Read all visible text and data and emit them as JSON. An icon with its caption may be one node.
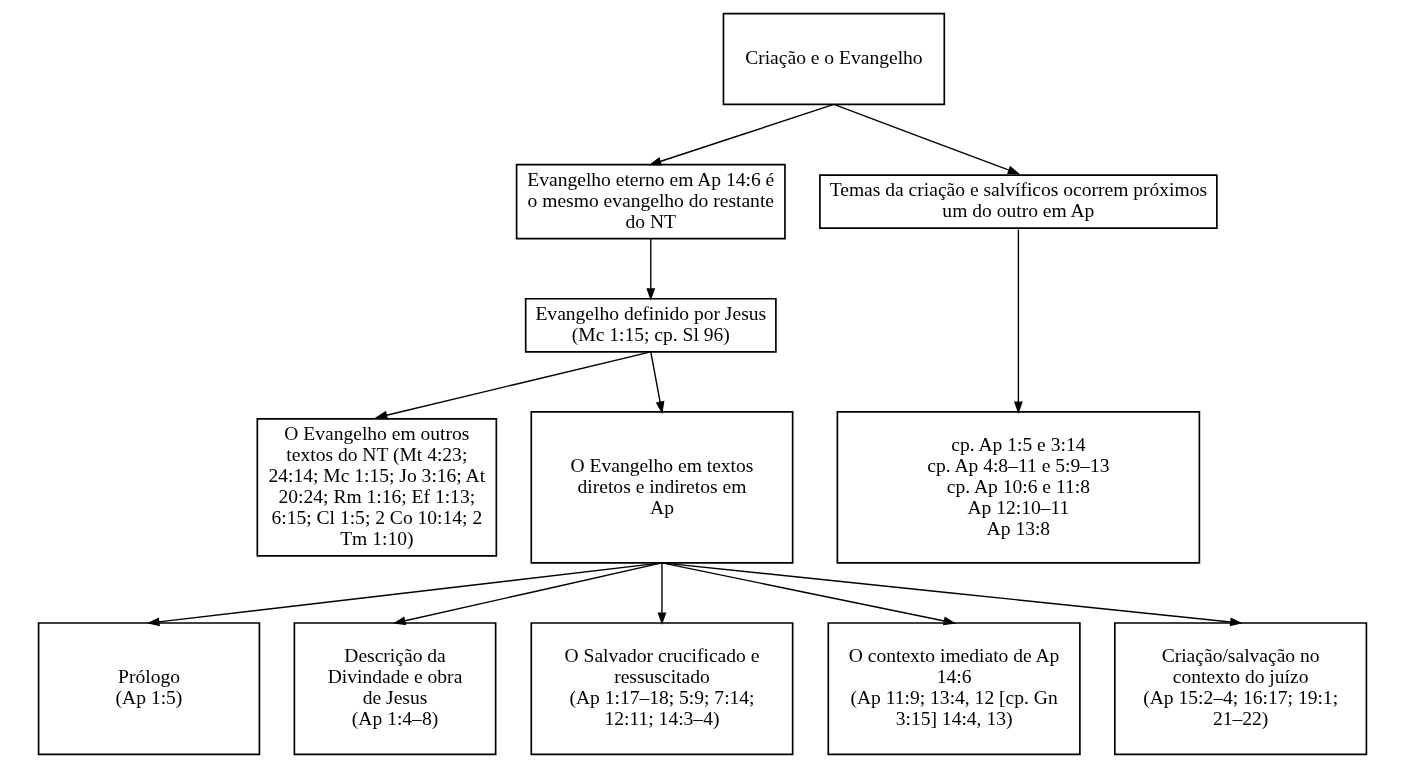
{
  "diagram": {
    "nodes": [
      {
        "text": [
          "Criação e o Evangelho"
        ]
      },
      {
        "text": [
          "Evangelho eterno em Ap 14:6 é o mesmo evangelho do restante do NT"
        ]
      },
      {
        "text": [
          "Temas da criação e salvíficos ocorrem próximos um do outro em Ap"
        ]
      },
      {
        "text": [
          "Evangelho definido por Jesus",
          "(Mc 1:15; cp. Sl 96)"
        ]
      },
      {
        "text": [
          "O Evangelho em outros textos do NT (Mt 4:23; 24:14; Mc 1:15; Jo 3:16; At 20:24; Rm 1:16; Ef 1:13; 6:15; Cl 1:5; 2 Co 10:14; 2 Tm 1:10)"
        ]
      },
      {
        "text": [
          "O Evangelho em textos diretos e indiretos em Ap"
        ]
      },
      {
        "text": [
          "cp. Ap 1:5 e 3:14",
          "cp. Ap 4:8–11 e 5:9–13",
          "cp. Ap 10:6 e 11:8",
          "Ap 12:10–11",
          "Ap 13:8"
        ]
      },
      {
        "text": [
          "Prólogo",
          "(Ap 1:5)"
        ]
      },
      {
        "text": [
          "Descrição da Divindade e obra de Jesus",
          "(Ap 1:4–8)"
        ]
      },
      {
        "text": [
          "O Salvador crucificado e ressuscitado",
          "(Ap 1:17–18; 5:9; 7:14; 12:11; 14:3–4)"
        ]
      },
      {
        "text": [
          "O contexto imediato de Ap 14:6",
          "(Ap 11:9; 13:4, 12 [cp. Gn 3:15] 14:4, 13)"
        ]
      },
      {
        "text": [
          "Criação/salvação no contexto do juízo",
          "(Ap 15:2–4; 16:17; 19:1; 21–22)"
        ]
      }
    ],
    "edges": [
      {
        "from": 0,
        "to": 1,
        "arrow": "to"
      },
      {
        "from": 0,
        "to": 2,
        "arrow": "to"
      },
      {
        "from": 1,
        "to": 3,
        "arrow": "to"
      },
      {
        "from": 2,
        "to": 6,
        "arrow": "to"
      },
      {
        "from": 3,
        "to": 4,
        "arrow": "to"
      },
      {
        "from": 3,
        "to": 5,
        "arrow": "to"
      },
      {
        "from": 5,
        "to": 7,
        "arrow": "to"
      },
      {
        "from": 5,
        "to": 8,
        "arrow": "to"
      },
      {
        "from": 5,
        "to": 9,
        "arrow": "to"
      },
      {
        "from": 5,
        "to": 10,
        "arrow": "to"
      },
      {
        "from": 5,
        "to": 11,
        "arrow": "to"
      }
    ]
  }
}
